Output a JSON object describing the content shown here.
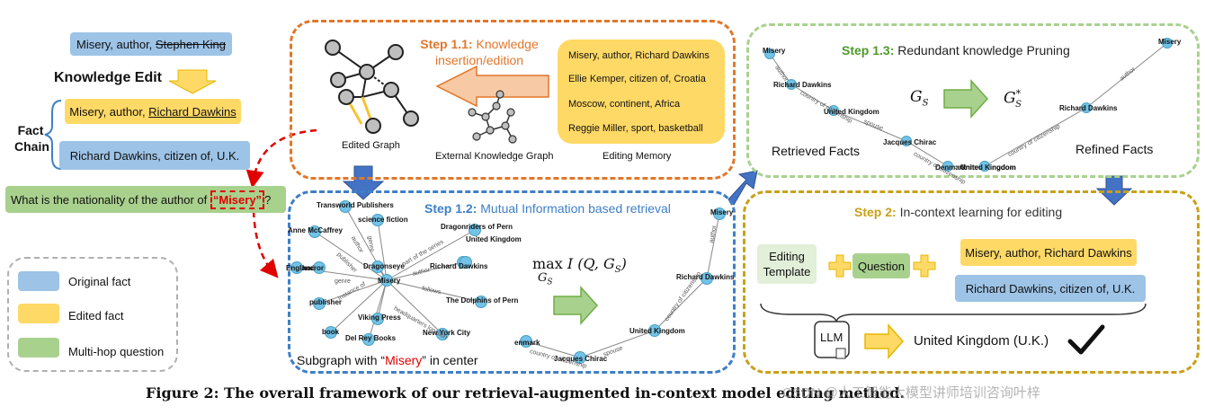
{
  "left": {
    "orig_fact_prefix": "Misery, author, ",
    "orig_fact_struck": "Stephen King",
    "knowledge_edit": "Knowledge Edit",
    "fact_chain_label": "Fact Chain",
    "edited_fact_prefix": "Misery, author, ",
    "edited_fact_underlined": "Richard Dawkins",
    "chain_fact": "Richard Dawkins, citizen of, U.K.",
    "question_prefix": "What is the nationality of the author of ",
    "question_highlight": "“Misery”",
    "question_suffix": "?"
  },
  "legend": {
    "original": "Original fact",
    "edited": "Edited fact",
    "multihop": "Multi-hop question"
  },
  "step11": {
    "title_bold": "Step 1.1:",
    "title_rest": " Knowledge insertion/edition",
    "edited_graph": "Edited Graph",
    "external_kg": "External Knowledge Graph",
    "editing_memory": "Editing Memory",
    "memory": [
      "Misery, author, Richard Dawkins",
      "Ellie Kemper, citizen of, Croatia",
      "Moscow, continent, Africa",
      "Reggie Miller, sport, basketball"
    ]
  },
  "step12": {
    "title_bold": "Step 1.2:",
    "title_rest": " Mutual Information based retrieval",
    "formula_max": "max",
    "formula_body": "I (Q, G",
    "formula_sub": "S",
    "formula_close": ")",
    "formula_under": "G",
    "formula_under_sub": "S",
    "caption_prefix": "Subgraph with “",
    "caption_highlight": "Misery",
    "caption_suffix": "” in center",
    "nodes": [
      "Transworld Publishers",
      "science fiction",
      "Anne McCaffrey",
      "Dragonriders of Pern",
      "United Kingdom",
      "Richard Dawkins",
      "England",
      "horror",
      "Dragonseye",
      "Misery",
      "The Dolphins of Pern",
      "publisher",
      "Viking Press",
      "book",
      "Del Rey Books",
      "New York City"
    ],
    "edges": [
      "author",
      "publisher",
      "genre",
      "part of the series",
      "genre",
      "author",
      "follows",
      "instance of",
      "headquarters location"
    ],
    "path_nodes": [
      "Misery",
      "Richard Dawkins",
      "United Kingdom",
      "Jacques Chirac",
      "enmark"
    ],
    "path_edges": [
      "author",
      "country of citizenship",
      "spouse",
      "country of citizenship"
    ]
  },
  "step13": {
    "title_bold": "Step 1.3:",
    "title_rest": " Redundant knowledge Pruning",
    "gs": "G",
    "gs_sub": "S",
    "gs_star_sup": "*",
    "retrieved": "Retrieved Facts",
    "refined": "Refined Facts",
    "left_nodes": [
      "Misery",
      "Richard Dawkins",
      "United Kingdom",
      "Jacques Chirac",
      "Denmark",
      "United Kingdom"
    ],
    "left_edges": [
      "author",
      "country of citizenship",
      "spouse",
      "country of citizenship"
    ],
    "right_nodes": [
      "Misery",
      "Richard Dawkins",
      "United Kingdom"
    ],
    "right_edges": [
      "author",
      "country of citizenship"
    ]
  },
  "step2": {
    "title_bold": "Step 2:",
    "title_rest": " In-context learning for editing",
    "template": "Editing Template",
    "question": "Question",
    "fact1": "Misery, author, Richard Dawkins",
    "fact2": "Richard Dawkins, citizen of, U.K.",
    "llm": "LLM",
    "answer": "United Kingdom (U.K.)"
  },
  "caption": "Figure 2: The overall framework of our retrieval-augmented in-context model editing method.",
  "watermark": "CSDN @人工智能大模型讲师培训咨询叶梓",
  "colors": {
    "orange": "#e2772b",
    "blue": "#3f7fc7",
    "green": "#9fd37a",
    "gold": "#c9a019",
    "node": "#72c3e6",
    "red": "#e00000"
  }
}
